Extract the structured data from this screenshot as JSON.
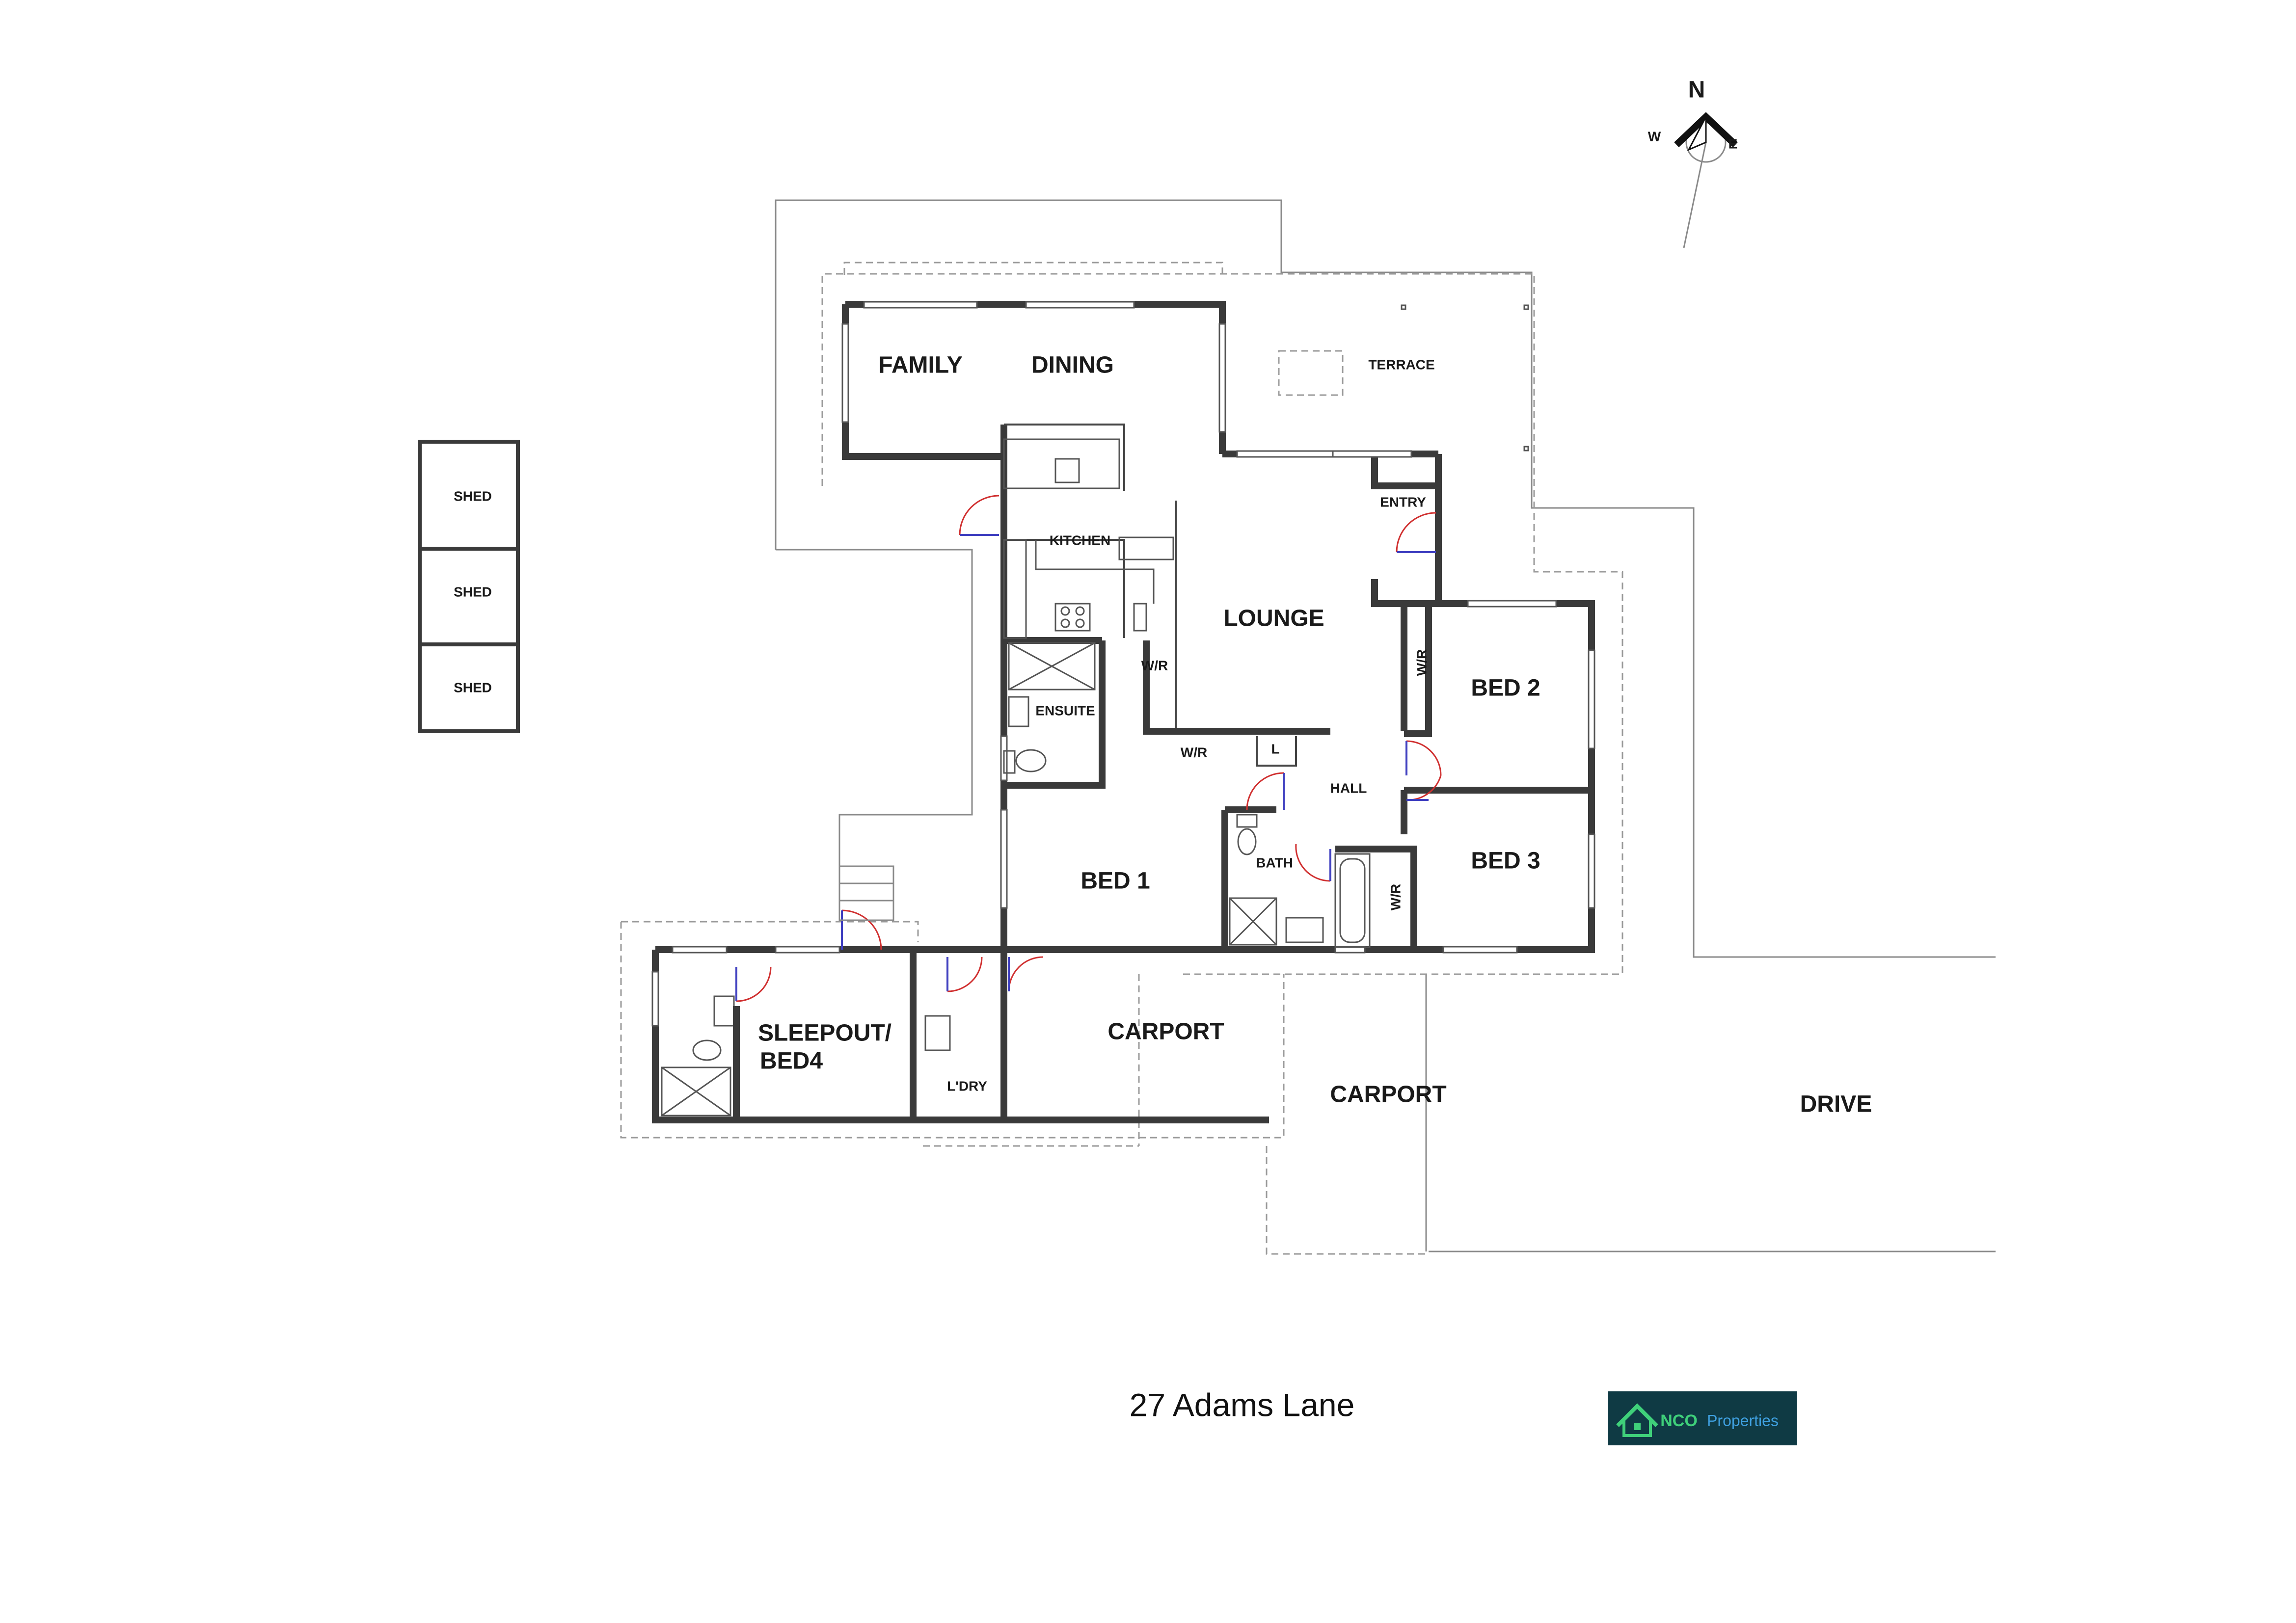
{
  "address": "27 Adams Lane",
  "rooms": {
    "family": "FAMILY",
    "dining": "DINING",
    "terrace": "TERRACE",
    "entry": "ENTRY",
    "kitchen": "KITCHEN",
    "lounge": "LOUNGE",
    "wr_kitchen": "W/R",
    "ensuite": "ENSUITE",
    "wr_hall": "W/R",
    "linen": "L",
    "hall": "HALL",
    "wr_bed2": "W/R",
    "bed2": "BED 2",
    "bed3": "BED 3",
    "wr_bed3": "W/R",
    "bath": "BATH",
    "bed1": "BED 1",
    "sleepout_line1": "SLEEPOUT/",
    "sleepout_line2": "BED4",
    "laundry": "L'DRY",
    "carport1": "CARPORT",
    "carport2": "CARPORT",
    "drive": "DRIVE",
    "shed1": "SHED",
    "shed2": "SHED",
    "shed3": "SHED"
  },
  "compass": {
    "north": "N",
    "west": "W",
    "east": "E"
  },
  "logo": {
    "brand": "NCO",
    "word": "Properties",
    "bg_color": "#0f3a44",
    "brand_color": "#3fd07a",
    "word_color": "#3fa0e0"
  },
  "colors": {
    "wall": "#3a3a3a",
    "door_arc": "#d03030",
    "door_leaf": "#4040c0"
  }
}
